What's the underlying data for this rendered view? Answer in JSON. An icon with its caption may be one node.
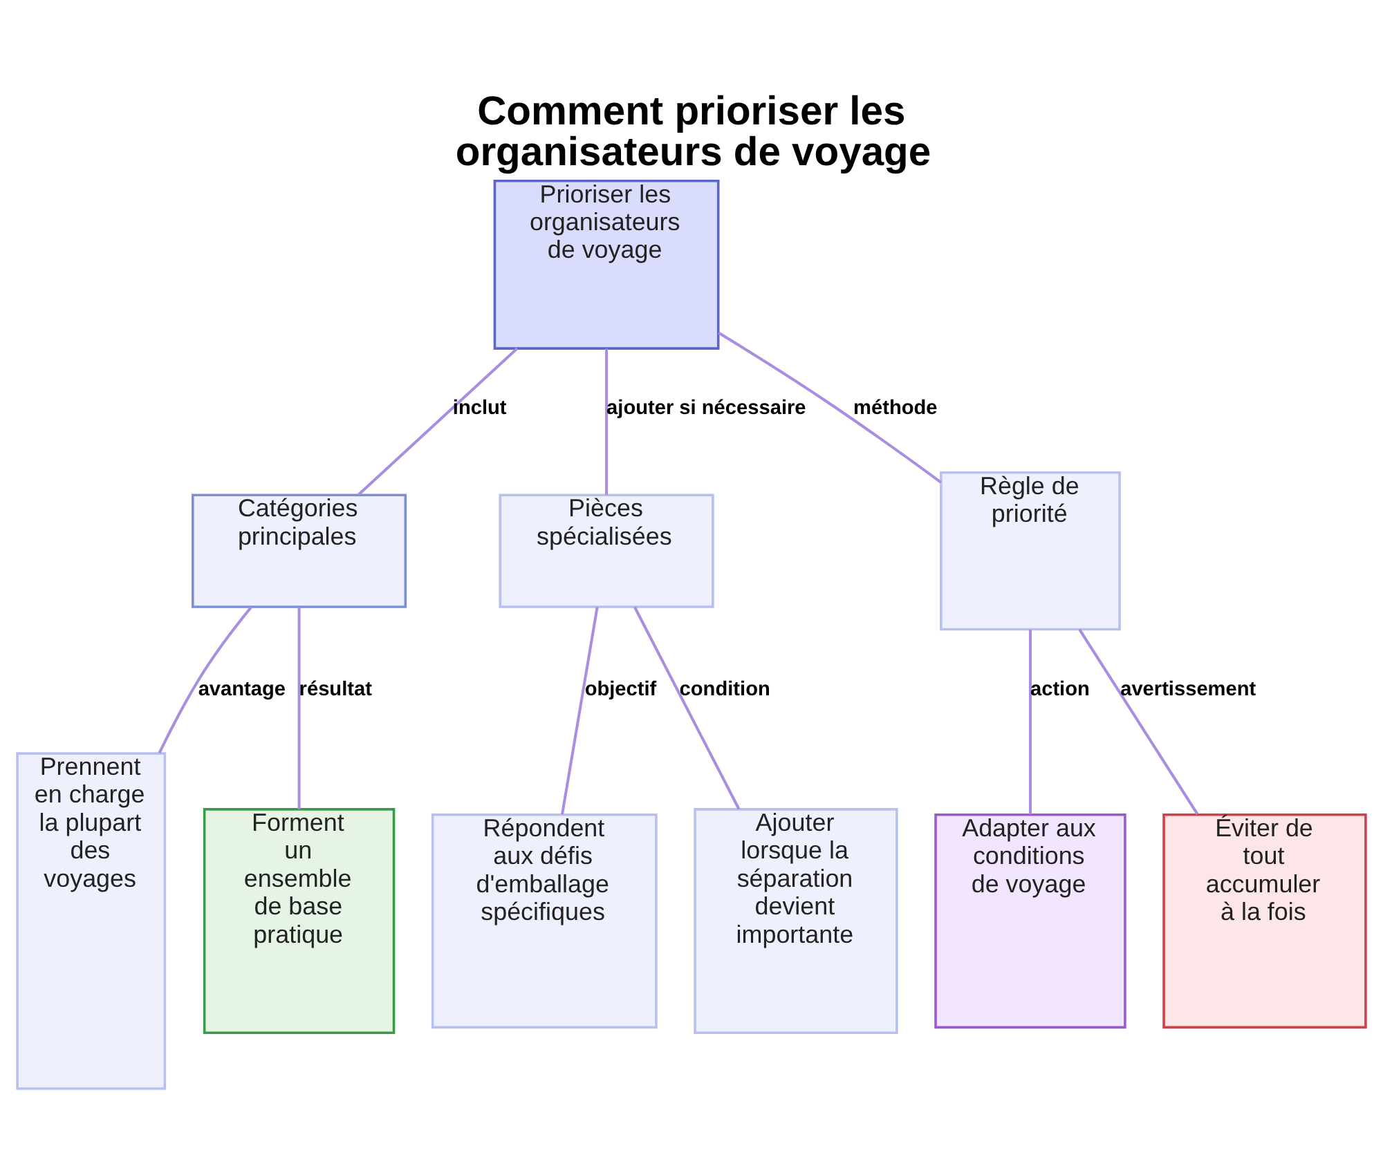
{
  "diagram": {
    "title": "Comment prioriser les organisateurs de voyage",
    "nodes": [
      {
        "text": [
          "Prioriser les organisateurs de voyage"
        ]
      },
      {
        "text": [
          "Catégories principales"
        ]
      },
      {
        "text": [
          "Pièces spécialisées"
        ]
      },
      {
        "text": [
          "Règle de priorité"
        ]
      },
      {
        "text": [
          "Prennent en charge la plupart des voyages"
        ]
      },
      {
        "text": [
          "Forment un ensemble de base pratique"
        ]
      },
      {
        "text": [
          "Répondent aux défis d'emballage spécifiques"
        ]
      },
      {
        "text": [
          "Ajouter lorsque la séparation devient importante"
        ]
      },
      {
        "text": [
          "Adapter aux conditions de voyage"
        ]
      },
      {
        "text": [
          "Éviter de tout accumuler à la fois"
        ]
      }
    ],
    "edges": [
      {
        "from": 0,
        "to": 1,
        "arrow": "none",
        "label": "inclut"
      },
      {
        "from": 0,
        "to": 2,
        "arrow": "none",
        "label": "ajouter si nécessaire"
      },
      {
        "from": 0,
        "to": 3,
        "arrow": "none",
        "label": "méthode"
      },
      {
        "from": 1,
        "to": 4,
        "arrow": "none",
        "label": "avantage"
      },
      {
        "from": 1,
        "to": 5,
        "arrow": "none",
        "label": "résultat"
      },
      {
        "from": 2,
        "to": 6,
        "arrow": "none",
        "label": "objectif"
      },
      {
        "from": 2,
        "to": 7,
        "arrow": "none",
        "label": "condition"
      },
      {
        "from": 3,
        "to": 8,
        "arrow": "none",
        "label": "action"
      },
      {
        "from": 3,
        "to": 9,
        "arrow": "none",
        "label": "avertissement"
      }
    ]
  }
}
